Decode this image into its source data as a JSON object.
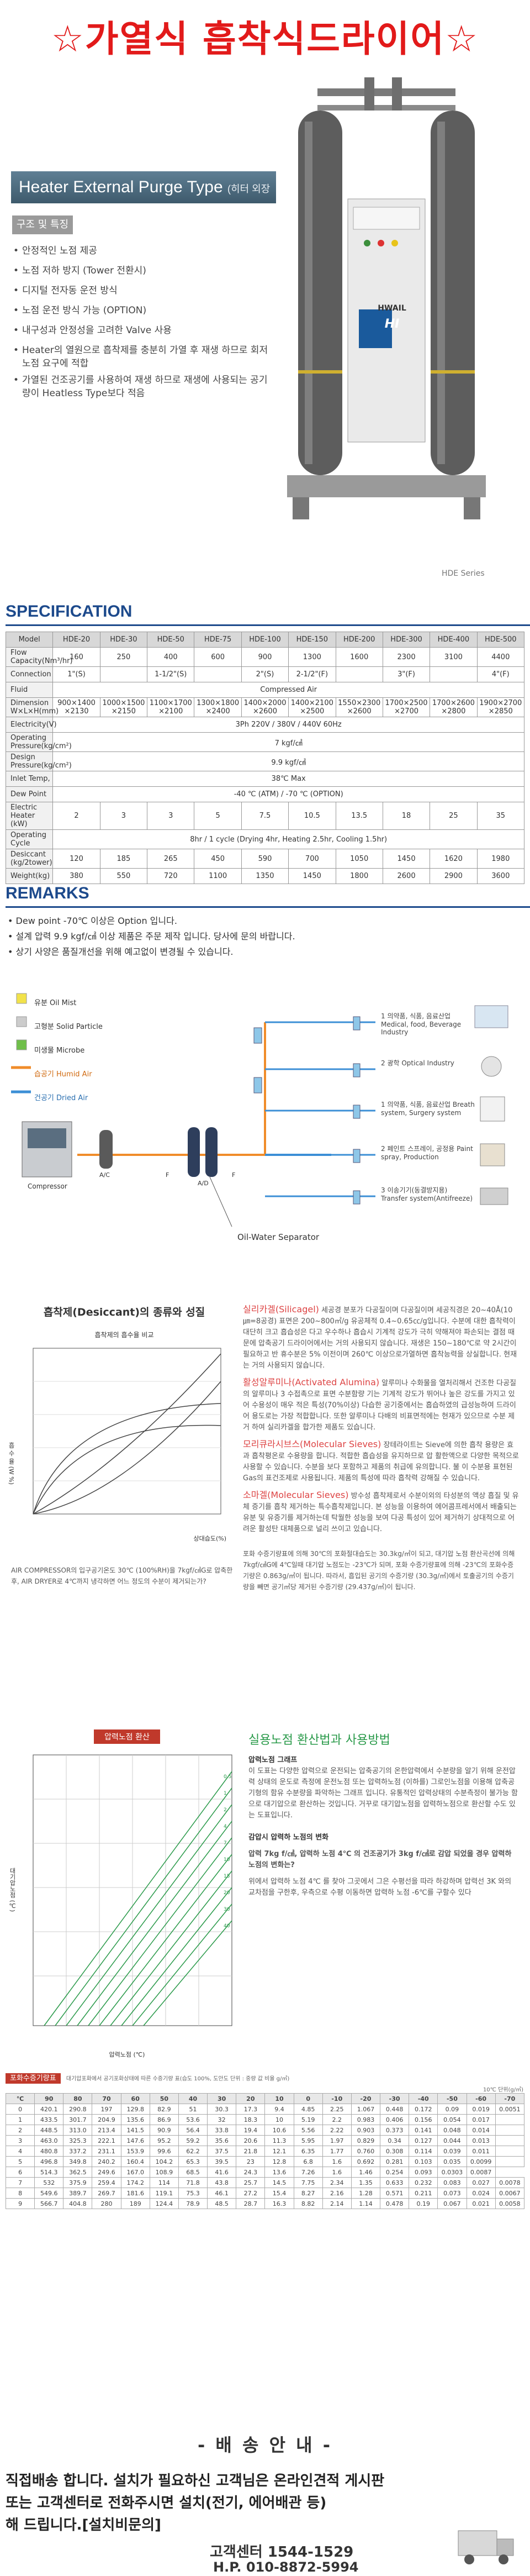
{
  "title": "☆가열식 흡착식드라이어☆",
  "hero": {
    "banner": "Heater External Purge Type",
    "banner_sub": "(히터 외장형)",
    "features_label": "구조 및 특징",
    "features": [
      "안정적인 노점 제공",
      "노점 저하 방지 (Tower 전환시)",
      "디지털 전자동 운전 방식",
      "노점 운전 방식 가능 (OPTION)",
      "내구성과 안정성을 고려한 Valve 사용",
      "Heater의 열원으로 흡착제를 충분히 가열 후 재생 하므로 회저노점 요구에 적합",
      "가열된 건조공기를 사용하여 재생 하므로 재생에 사용되는 공기량이 Heatless Type보다 적음"
    ],
    "series": "HDE Series",
    "brand": "HWAIL",
    "brand_logo": "HI"
  },
  "spec": {
    "heading": "SPECIFICATION",
    "models_label": "Model",
    "models": [
      "HDE-20",
      "HDE-30",
      "HDE-50",
      "HDE-75",
      "HDE-100",
      "HDE-150",
      "HDE-200",
      "HDE-300",
      "HDE-400",
      "HDE-500"
    ],
    "rows": [
      {
        "label": "Flow Capacity(Nm³/hr)",
        "cells": [
          "160",
          "250",
          "400",
          "600",
          "900",
          "1300",
          "1600",
          "2300",
          "3100",
          "4400"
        ]
      },
      {
        "label": "Connection",
        "cells": [
          "1\"(S)",
          "",
          "1-1/2\"(S)",
          "",
          "2\"(S)",
          "2-1/2\"(F)",
          "",
          "3\"(F)",
          "",
          "4\"(F)"
        ]
      },
      {
        "label": "Fluid",
        "span": "Compressed Air"
      },
      {
        "label": "Dimension W×L×H(mm)",
        "cells": [
          "900×1400 ×2130",
          "1000×1500 ×2150",
          "1100×1700 ×2100",
          "1300×1800 ×2400",
          "1400×2000 ×2600",
          "1400×2100 ×2500",
          "1550×2300 ×2600",
          "1700×2500 ×2700",
          "1700×2600 ×2800",
          "1900×2700 ×2850"
        ]
      },
      {
        "label": "Electricity(V)",
        "span": "3Ph 220V / 380V / 440V 60Hz"
      },
      {
        "label": "Operating Pressure(kg/cm²)",
        "span": "7 kgf/㎠"
      },
      {
        "label": "Design Pressure(kg/cm²)",
        "span": "9.9 kgf/㎠"
      },
      {
        "label": "Inlet Temp,",
        "span": "38℃ Max"
      },
      {
        "label": "Dew Point",
        "span": "-40 ℃ (ATM) / -70 ℃ (OPTION)"
      },
      {
        "label": "Electric Heater (kW)",
        "cells": [
          "2",
          "3",
          "3",
          "5",
          "7.5",
          "10.5",
          "13.5",
          "18",
          "25",
          "35"
        ]
      },
      {
        "label": "Operating Cycle",
        "span": "8hr / 1 cycle (Drying 4hr, Heating 2.5hr, Cooling 1.5hr)"
      },
      {
        "label": "Desiccant (kg/2tower)",
        "cells": [
          "120",
          "185",
          "265",
          "450",
          "590",
          "700",
          "1050",
          "1450",
          "1620",
          "1980"
        ]
      },
      {
        "label": "Weight(kg)",
        "cells": [
          "380",
          "550",
          "720",
          "1100",
          "1350",
          "1450",
          "1800",
          "2600",
          "2900",
          "3600"
        ]
      }
    ]
  },
  "remarks": {
    "heading": "REMARKS",
    "items": [
      "Dew point -70℃ 이상은 Option 입니다.",
      "설계 압력 9.9 kgf/㎠ 이상 제품은 주문 제작 입니다. 당사에 문의 바랍니다.",
      "상기 사양은 품질개선을 위해 예고없이 변경될 수 있습니다."
    ]
  },
  "flow": {
    "legend": [
      {
        "label": "유분 Oil Mist",
        "color": "#f2e24a"
      },
      {
        "label": "고형분 Solid Particle",
        "color": "#cccccc"
      },
      {
        "label": "미생물 Microbe",
        "color": "#6fbf4a"
      },
      {
        "label": "습공기 Humid Air",
        "color": "#f08c2a"
      },
      {
        "label": "건공기 Dried Air",
        "color": "#3c8fd6"
      }
    ],
    "outputs": [
      "1 의약품, 식품, 음료산업 Medical, food, Beverage Industry",
      "2 광학 Optical Industry",
      "1 의약품, 식품, 음료산업 Breath system, Surgery system",
      "2 페인트 스프레이, 공정용 Paint spray, Production",
      "3 이송기기(동결방지용) Transfer system(Antifreeze)"
    ],
    "compressor": "Compressor",
    "separator": "Oil-Water Separator",
    "node_labels": [
      "A/C",
      "F",
      "A/D",
      "F"
    ]
  },
  "desiccant": {
    "title": "흡착제(Desiccant)의 종류와 성질",
    "chart_title": "흡착제의 흡수율 비교",
    "ylabel": "흡 수 율 (W %)",
    "xlabel": "상대습도(%)",
    "note": "AIR COMPRESSOR의 입구공기온도 30℃ (100%RH)을 7kgf/㎠G로 압축한 후, AIR DRYER로 4℃까지 냉각하면 어느 정도의 수분이 제거되는가?",
    "items": [
      {
        "name": "실리카겔(Silicagel)",
        "text": "세공경 분포가 다공질이며 다공질이며 세공직경은 20~40Å(10㎛=8공경) 표면은 200~800㎡/g 유공체적 0.4~0.65㏄/g입니다. 수분에 대한 흡착력이 대단히 크고 흡습성은 다고 우수하나 흡습시 기계적 강도가 극히 약해져야 파손되는 결점 때문에 압축공기 드라이어에서는 거의 사용되지 않습니다. 재생은 150~180℃로 약 2시간이 필요하고 반 휴수분은 5% 이전이며 260℃ 이상으로가열하면 흡착능력을 상실합니다. 현재는 거의 사용되지 않습니다."
      },
      {
        "name": "활성알루미나(Activated Alumina)",
        "text": "알루미나 수화물을 열처리해서 건조한 다공질의 알루미나 3 수접촉으로 표면 수분함량 기는 기계적 강도가 뛰어나 높은 강도를 가지고 있어 수용성이 매우 적은 특성(70%이상) 다습한 공기중에서는 흡습하였의 급성능하여 드라이어 용도로는 가장 적합합니다. 또한 알루미나 다배의 비표면적에는 현재가 있으므로 수분 제거 하여 실리카겔을 합가한 제품도 있습니다."
      },
      {
        "name": "모리큐라시브스(Molecular Sieves)",
        "text": "장테라이트는 Sieve에 의한 흡착 용량은 효과 흡착평온로 수용량을 합니다. 적합한 흡습성을 유지하므로 압 활한액으로 다양한 목적으로 사용할 수 있습니다. 수분을 보다 포함하고 제품의 취급에 유의합니다. 불 이 수분용 표현된 Gas의 표건조제로 사용됩니다. 제품의 특성에 따라 흡착력 강해질 수 있습니다."
      },
      {
        "name": "소마겔(Molecular Sieves)",
        "text": "방수성 흡착제로서 수분이외의 타성분의 액상 흡질 및 유체 증기를 흡착 제거하는 특수흡착제입니다. 본 성능을 이용하여 에어콤프레서에서 배출되는 유분 및 유증기를 제거하는데 탁월한 성능을 보여 다공 특성이 있어 제거하기 상대적으로 어려운 활성탄 대체품으로 널리 쓰이고 있습니다."
      }
    ],
    "calc": "포화 수증기량표에 의해 30℃의 포화절대습도는 30.3kg/㎥이 되고, 대기압 노점 환산곡선에 의해 7kgf/㎠G에 4℃일때 대기압 노점도는 -23℃가 되며, 포화 수증기량표에 의해 -23℃의 포화수증기량은 0.863g/㎥이 됩니다. 따라서, 흡입된 공기의 수증기량 (30.3g/㎥)에서 토출공기의 수증기량을 빼면 공기㎥당 제거된 수증기량 (29.437g/㎥)이 됩니다."
  },
  "dewpoint": {
    "title": "압력노점 환산",
    "ylabel": "대기압노점 (℃)",
    "xlabel": "압력노점 (℃)",
    "curve_labels": [
      "0.5",
      "1",
      "2",
      "4",
      "7",
      "10",
      "15",
      "20",
      "30",
      "40"
    ],
    "section_title": "실용노점 환산법과 사용방법",
    "sub1": "압력노점 그래프",
    "para1": "이 도표는 다양한 압력으로 운전되는 압축공기의 온한압력에서 수분량을 알기 위해 운전압력 상태의 운도로 측정에 운전노점 또는 압력하노점 (이하를) 그로인노점을 이용해 압축공기형의 함유 수분량을 파악하는 그래프 입니다. 유통적인 압력상태의 수분측정이 불가능 함으로 대기압으로 환산하는 것입니다. 거꾸로 대기압노점을 압력하노점으로 환산할 수도 있는 도표입니다.",
    "sub2": "감압시 압력하 노점의 변화",
    "q": "압력 7kg f/㎠, 압력하 노점 4℃ 의 건조공기가 3kg f/㎠로 감압 되었을 경우 압력하 노점의 변화는?",
    "para2": "위에서 압력하 노점 4℃ 를 찾아 그곳에서 그은 수평선을 따라 하강하며 압력선 3K 와의 교차점을 구한후, 우측으로 수평 이동하면 압력하 노점 -6℃를 구할수 있다"
  },
  "humidity": {
    "title": "포화수증기량표",
    "subtitle": "대기압포화에서 공기포화상태에 따른 수증기량 표(습도 100%, 도안도 단위 : 중량 값 비율 g/㎥)",
    "unit": "10℃ 단위(g/㎥)",
    "header": [
      "℃",
      "90",
      "80",
      "70",
      "60",
      "50",
      "40",
      "30",
      "20",
      "10",
      "0",
      "-10",
      "-20",
      "-30",
      "-40",
      "-50",
      "-60",
      "-70"
    ],
    "rows": [
      [
        "0",
        "420.1",
        "290.8",
        "197",
        "129.8",
        "82.9",
        "51",
        "30.3",
        "17.3",
        "9.4",
        "4.85",
        "2.25",
        "1.067",
        "0.448",
        "0.172",
        "0.09",
        "0.019",
        "0.0051"
      ],
      [
        "1",
        "433.5",
        "301.7",
        "204.9",
        "135.6",
        "86.9",
        "53.6",
        "32",
        "18.3",
        "10",
        "5.19",
        "2.2",
        "0.983",
        "0.406",
        "0.156",
        "0.054",
        "0.017",
        ""
      ],
      [
        "2",
        "448.5",
        "313.0",
        "213.4",
        "141.5",
        "90.9",
        "56.4",
        "33.8",
        "19.4",
        "10.6",
        "5.56",
        "2.22",
        "0.903",
        "0.373",
        "0.141",
        "0.048",
        "0.014",
        ""
      ],
      [
        "3",
        "463.0",
        "325.3",
        "222.1",
        "147.6",
        "95.2",
        "59.2",
        "35.6",
        "20.6",
        "11.3",
        "5.95",
        "1.97",
        "0.829",
        "0.34",
        "0.127",
        "0.044",
        "0.013",
        ""
      ],
      [
        "4",
        "480.8",
        "337.2",
        "231.1",
        "153.9",
        "99.6",
        "62.2",
        "37.5",
        "21.8",
        "12.1",
        "6.35",
        "1.77",
        "0.760",
        "0.308",
        "0.114",
        "0.039",
        "0.011",
        ""
      ],
      [
        "5",
        "496.8",
        "349.8",
        "240.2",
        "160.4",
        "104.2",
        "65.3",
        "39.5",
        "23",
        "12.8",
        "6.8",
        "1.6",
        "0.692",
        "0.281",
        "0.103",
        "0.035",
        "0.0099",
        ""
      ],
      [
        "6",
        "514.3",
        "362.5",
        "249.6",
        "167.0",
        "108.9",
        "68.5",
        "41.6",
        "24.3",
        "13.6",
        "7.26",
        "1.6",
        "1.46",
        "0.254",
        "0.093",
        "0.0303",
        "0.0087"
      ],
      [
        "7",
        "532",
        "375.9",
        "259.4",
        "174.2",
        "114",
        "71.8",
        "43.8",
        "25.7",
        "14.5",
        "7.75",
        "2.34",
        "1.35",
        "0.633",
        "0.232",
        "0.083",
        "0.027",
        "0.0078"
      ],
      [
        "8",
        "549.6",
        "389.7",
        "269.7",
        "181.6",
        "119.1",
        "75.3",
        "46.1",
        "27.2",
        "15.4",
        "8.27",
        "2.16",
        "1.28",
        "0.571",
        "0.211",
        "0.073",
        "0.024",
        "0.0067"
      ],
      [
        "9",
        "566.7",
        "404.8",
        "280",
        "189",
        "124.4",
        "78.9",
        "48.5",
        "28.7",
        "16.3",
        "8.82",
        "2.14",
        "1.14",
        "0.478",
        "0.19",
        "0.067",
        "0.021",
        "0.0058"
      ]
    ]
  },
  "delivery": {
    "heading": "- 배 송 안 내 -",
    "lines": [
      "직접배송 합니다. 설치가 필요하신 고객님은 온라인견적 게시판",
      "또는 고객센터로 전화주시면 설치(전기, 에어배관 등)",
      "해 드립니다.[설치비문의]"
    ],
    "center": "고객센터 1544-1529",
    "hp": "H.P. 010-8872-5994"
  },
  "colors": {
    "title": "#e21a1a",
    "accent": "#1d4a8c",
    "hero_bar": "#4c6b7f",
    "green": "#2a9a4a"
  }
}
